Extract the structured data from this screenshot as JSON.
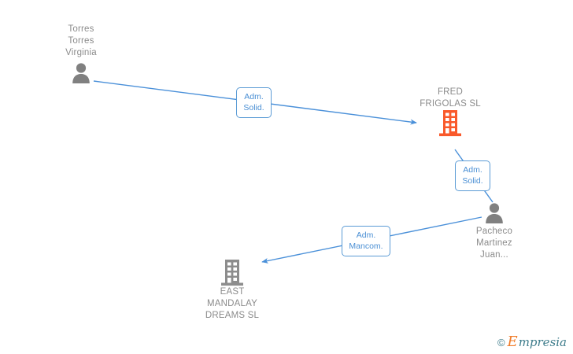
{
  "diagram": {
    "title": "Empresia relationship graph",
    "colors": {
      "edge": "#4a90d9",
      "label_border": "#5b9bd5",
      "label_text": "#4a8fd4",
      "person_icon": "#808080",
      "company_icon_active": "#f9592b",
      "company_icon_inactive": "#8d8d8d",
      "node_text": "#8b8b8b",
      "background": "#ffffff"
    },
    "nodes": [
      {
        "id": "torres",
        "type": "person",
        "icon": "person-icon",
        "label": "Torres\nTorres\nVirginia",
        "label_position": "above"
      },
      {
        "id": "fred-frigolas",
        "type": "company",
        "icon": "building-icon",
        "label": "FRED\nFRIGOLAS  SL",
        "label_position": "above"
      },
      {
        "id": "pacheco",
        "type": "person",
        "icon": "person-icon",
        "label": "Pacheco\nMartinez\nJuan...",
        "label_position": "below"
      },
      {
        "id": "east-mandalay",
        "type": "company",
        "icon": "building-icon",
        "label": "EAST\nMANDALAY\nDREAMS  SL",
        "label_position": "below"
      }
    ],
    "edges": [
      {
        "id": "torres-to-fred",
        "from": "torres",
        "to": "fred-frigolas",
        "label": "Adm.\nSolid."
      },
      {
        "id": "pacheco-to-fred",
        "from": "pacheco",
        "to": "fred-frigolas",
        "label": "Adm.\nSolid."
      },
      {
        "id": "pacheco-to-east-mandalay",
        "from": "pacheco",
        "to": "east-mandalay",
        "label": "Adm.\nMancom."
      }
    ]
  },
  "watermark": {
    "copyright": "©",
    "brand_initial": "E",
    "brand_rest": "mpresia"
  }
}
